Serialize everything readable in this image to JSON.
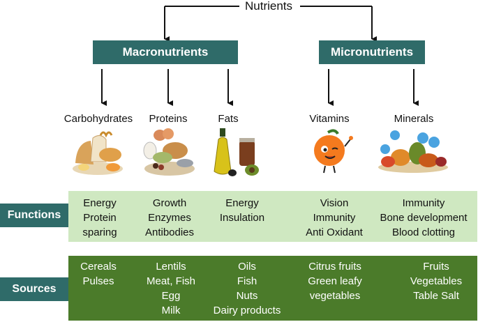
{
  "root": "Nutrients",
  "groups": {
    "macro": "Macronutrients",
    "micro": "Micronutrients"
  },
  "categories": [
    {
      "name": "Carbohydrates",
      "icon": "bread-grains-icon"
    },
    {
      "name": "Proteins",
      "icon": "protein-foods-icon"
    },
    {
      "name": "Fats",
      "icon": "oil-bottle-icon"
    },
    {
      "name": "Vitamins",
      "icon": "orange-character-icon"
    },
    {
      "name": "Minerals",
      "icon": "vegetables-minerals-icon"
    }
  ],
  "rows": {
    "functions_label": "Functions",
    "sources_label": "Sources"
  },
  "functions": [
    [
      "Energy",
      "Protein",
      "sparing"
    ],
    [
      "Growth",
      "Enzymes",
      "Antibodies"
    ],
    [
      "Energy",
      "Insulation"
    ],
    [
      "Vision",
      "Immunity",
      "Anti Oxidant"
    ],
    [
      "Immunity",
      "Bone development",
      "Blood clotting"
    ]
  ],
  "sources": [
    [
      "Cereals",
      "Pulses"
    ],
    [
      "Lentils",
      "Meat, Fish",
      "Egg",
      "Milk"
    ],
    [
      "Oils",
      "Fish",
      "Nuts",
      "Dairy products"
    ],
    [
      "Citrus fruits",
      "Green leafy",
      "vegetables"
    ],
    [
      "Fruits",
      "Vegetables",
      "Table Salt"
    ]
  ],
  "colors": {
    "header": "#2f6b69",
    "functions_band": "#cfe8c1",
    "sources_band": "#4b7b2a"
  }
}
